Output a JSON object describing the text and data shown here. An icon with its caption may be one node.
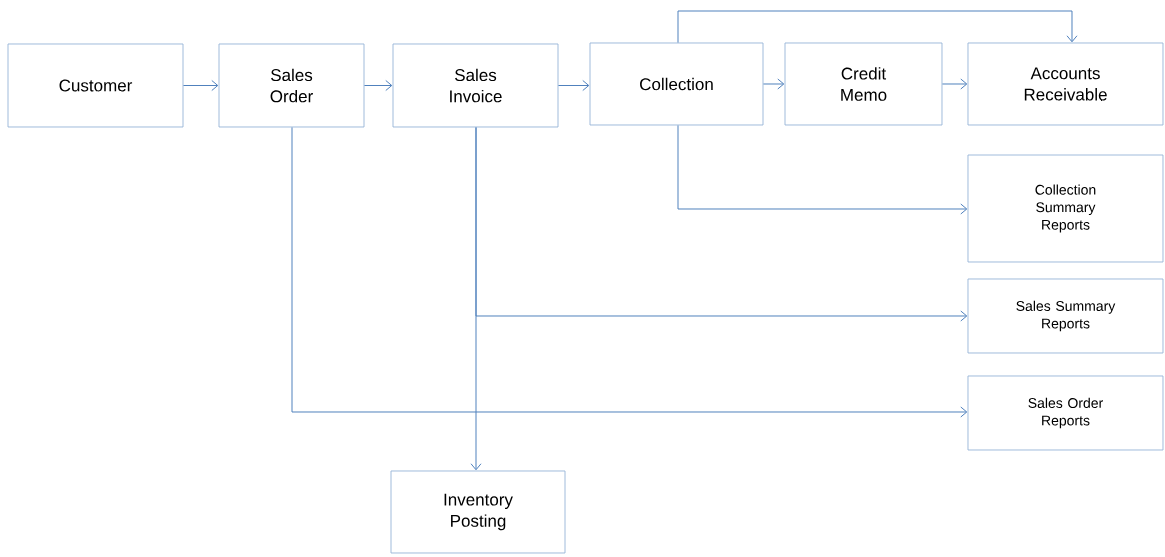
{
  "diagram": {
    "nodes": [
      {
        "text": [
          "Customer"
        ]
      },
      {
        "text": [
          "Sales Order"
        ]
      },
      {
        "text": [
          "Sales Invoice"
        ]
      },
      {
        "text": [
          "Collection"
        ]
      },
      {
        "text": [
          "Credit Memo"
        ]
      },
      {
        "text": [
          "Accounts Receivable"
        ]
      },
      {
        "text": [
          "Collection Summary Reports"
        ]
      },
      {
        "text": [
          "Sales Summary Reports"
        ]
      },
      {
        "text": [
          "Sales Order Reports"
        ]
      },
      {
        "text": [
          "Inventory Posting"
        ]
      }
    ],
    "edges": [
      {
        "from": 0,
        "to": 1,
        "arrow": "to"
      },
      {
        "from": 1,
        "to": 2,
        "arrow": "to"
      },
      {
        "from": 2,
        "to": 3,
        "arrow": "to"
      },
      {
        "from": 3,
        "to": 4,
        "arrow": "to"
      },
      {
        "from": 4,
        "to": 5,
        "arrow": "to"
      },
      {
        "from": 3,
        "to": 5,
        "arrow": "to"
      },
      {
        "from": 3,
        "to": 6,
        "arrow": "to"
      },
      {
        "from": 2,
        "to": 7,
        "arrow": "to"
      },
      {
        "from": 2,
        "to": 9,
        "arrow": "to"
      },
      {
        "from": 1,
        "to": 8,
        "arrow": "to"
      }
    ]
  }
}
